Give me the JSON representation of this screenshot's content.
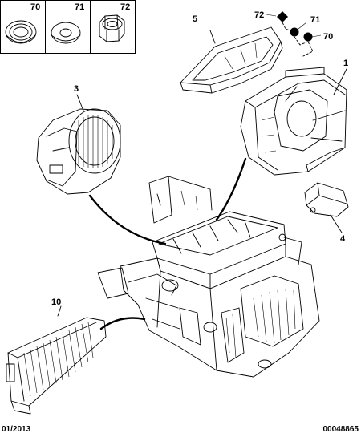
{
  "legend_boxes": [
    {
      "ref": "70",
      "icon": "seal-ring-icon"
    },
    {
      "ref": "71",
      "icon": "washer-icon"
    },
    {
      "ref": "72",
      "icon": "hex-nut-icon"
    }
  ],
  "callouts": {
    "ref_1": "1",
    "ref_3": "3",
    "ref_4": "4",
    "ref_5": "5",
    "ref_10": "10",
    "ref_70": "70",
    "ref_71": "71",
    "ref_72": "72"
  },
  "footer": {
    "date": "01/2013",
    "diagram_number": "00048865"
  }
}
